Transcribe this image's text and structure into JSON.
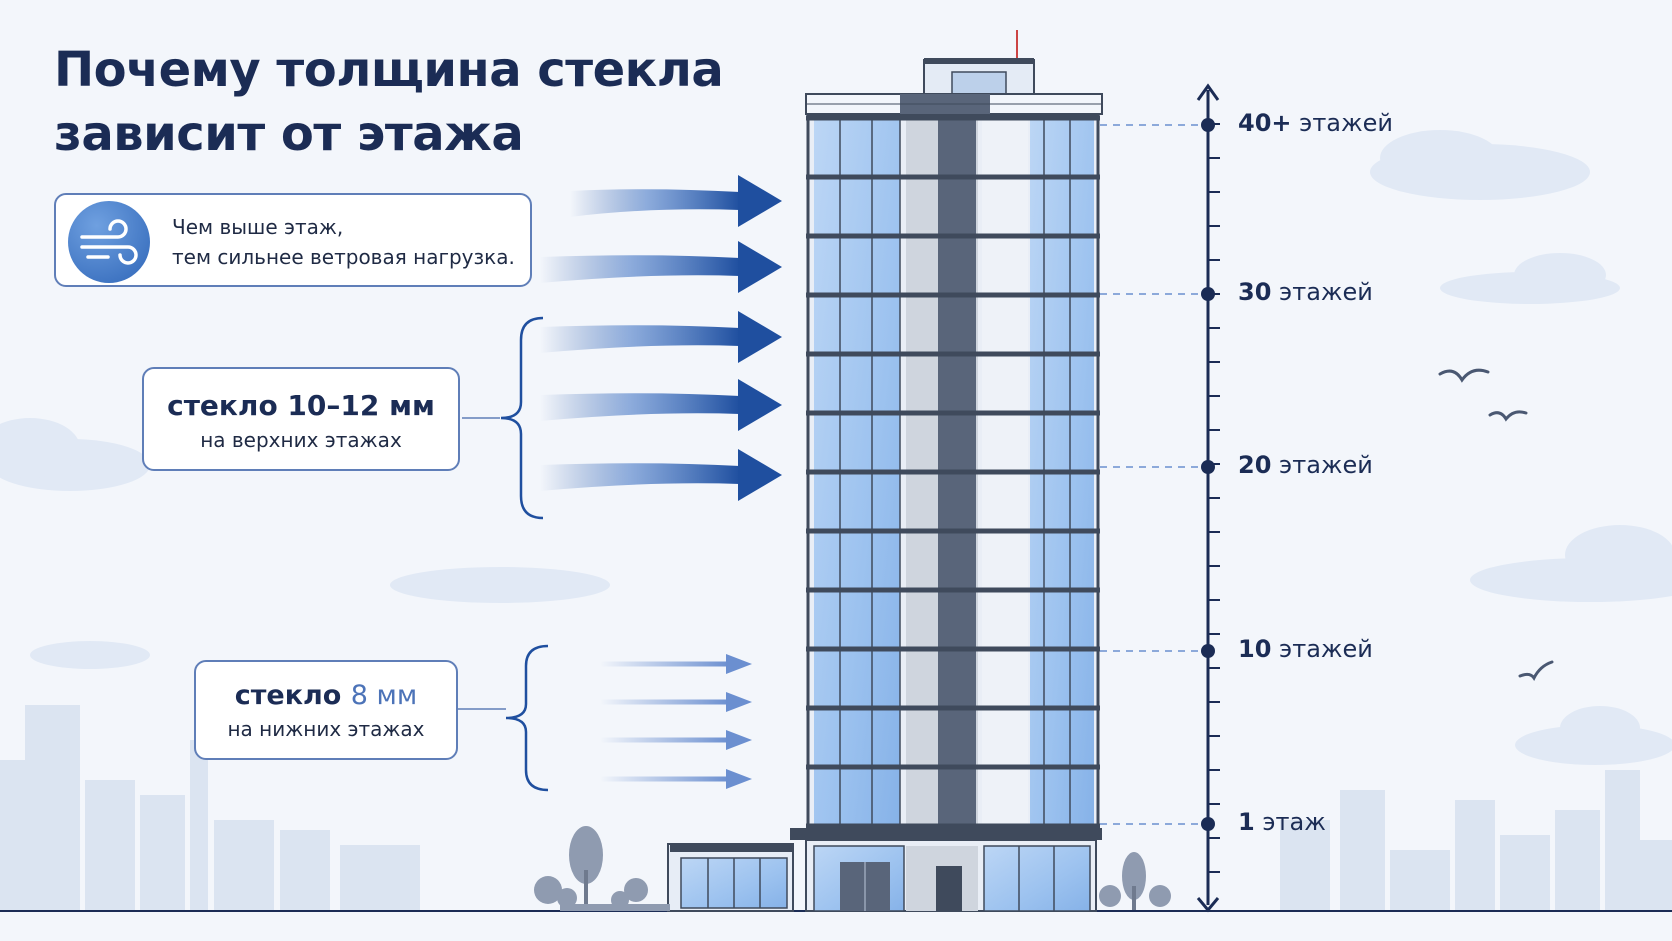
{
  "title": {
    "line1": "Почему толщина стекла",
    "line2": "зависит от этажа"
  },
  "wind_note": {
    "line1": "Чем выше этаж,",
    "line2": "тем сильнее ветровая нагрузка.",
    "icon": "wind-icon"
  },
  "glass_top": {
    "thickness": "стекло 10–12 мм",
    "location": "на верхних этажах"
  },
  "glass_bottom": {
    "word": "стекло",
    "thickness": "8 мм",
    "location": "на нижних этажах"
  },
  "floor_scale": [
    {
      "number": "40+",
      "unit": "этажей"
    },
    {
      "number": "30",
      "unit": "этажей"
    },
    {
      "number": "20",
      "unit": "этажей"
    },
    {
      "number": "10",
      "unit": "этажей"
    },
    {
      "number": "1",
      "unit": "этаж"
    }
  ],
  "wind_arrows": {
    "upper_count": 5,
    "lower_count": 4
  },
  "colors": {
    "title": "#1b2c55",
    "accent": "#1f4f9f",
    "light_arrow": "#6b8fd0",
    "glass": "#9cc2ef",
    "frame": "#3f4a5c",
    "scale": "#1b2c55"
  }
}
